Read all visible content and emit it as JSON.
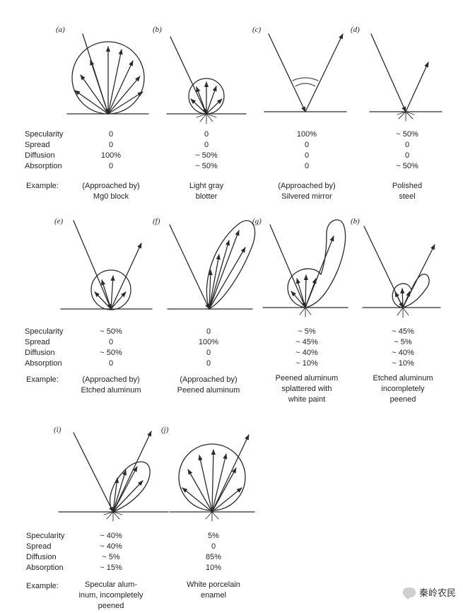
{
  "row_labels": {
    "specularity": "Specularity",
    "spread": "Spread",
    "diffusion": "Diffusion",
    "absorption": "Absorption",
    "example": "Example:"
  },
  "panels": {
    "a": {
      "label": "(a)",
      "specularity": "0",
      "spread": "0",
      "diffusion": "100%",
      "absorption": "0",
      "example": "(Approached by)\nMg0 block"
    },
    "b": {
      "label": "(b)",
      "specularity": "0",
      "spread": "0",
      "diffusion": "~ 50%",
      "absorption": "~ 50%",
      "example": "Light gray\nblotter"
    },
    "c": {
      "label": "(c)",
      "specularity": "100%",
      "spread": "0",
      "diffusion": "0",
      "absorption": "0",
      "example": "(Approached by)\nSilvered mirror"
    },
    "d": {
      "label": "(d)",
      "specularity": "~ 50%",
      "spread": "0",
      "diffusion": "0",
      "absorption": "~ 50%",
      "example": "Polished\nsteel"
    },
    "e": {
      "label": "(e)",
      "specularity": "~ 50%",
      "spread": "0",
      "diffusion": "~ 50%",
      "absorption": "0",
      "example": "(Approached by)\nEtched aluminum"
    },
    "f": {
      "label": "(f)",
      "specularity": "0",
      "spread": "100%",
      "diffusion": "0",
      "absorption": "0",
      "example": "(Approached by)\nPeened aluminum"
    },
    "g": {
      "label": "(g)",
      "specularity": "~  5%",
      "spread": "~ 45%",
      "diffusion": "~ 40%",
      "absorption": "~ 10%",
      "example": "Peened aluminum\nsplattered with\nwhite paint"
    },
    "h": {
      "label": "(b)",
      "specularity": "~ 45%",
      "spread": "~  5%",
      "diffusion": "~ 40%",
      "absorption": "~ 10%",
      "example": "Etched aluminum\nincompletely\npeened"
    },
    "i": {
      "label": "(i)",
      "specularity": "~ 40%",
      "spread": "~ 40%",
      "diffusion": "~  5%",
      "absorption": "~ 15%",
      "example": "Specular alum-\ninum, incompletely\npeened"
    },
    "j": {
      "label": "(j)",
      "specularity": "5%",
      "spread": "0",
      "diffusion": "85%",
      "absorption": "10%",
      "example": "White porcelain\nenamel"
    }
  },
  "watermark": {
    "text": "秦岭农民",
    "icon": "chat-bubble-icon"
  }
}
